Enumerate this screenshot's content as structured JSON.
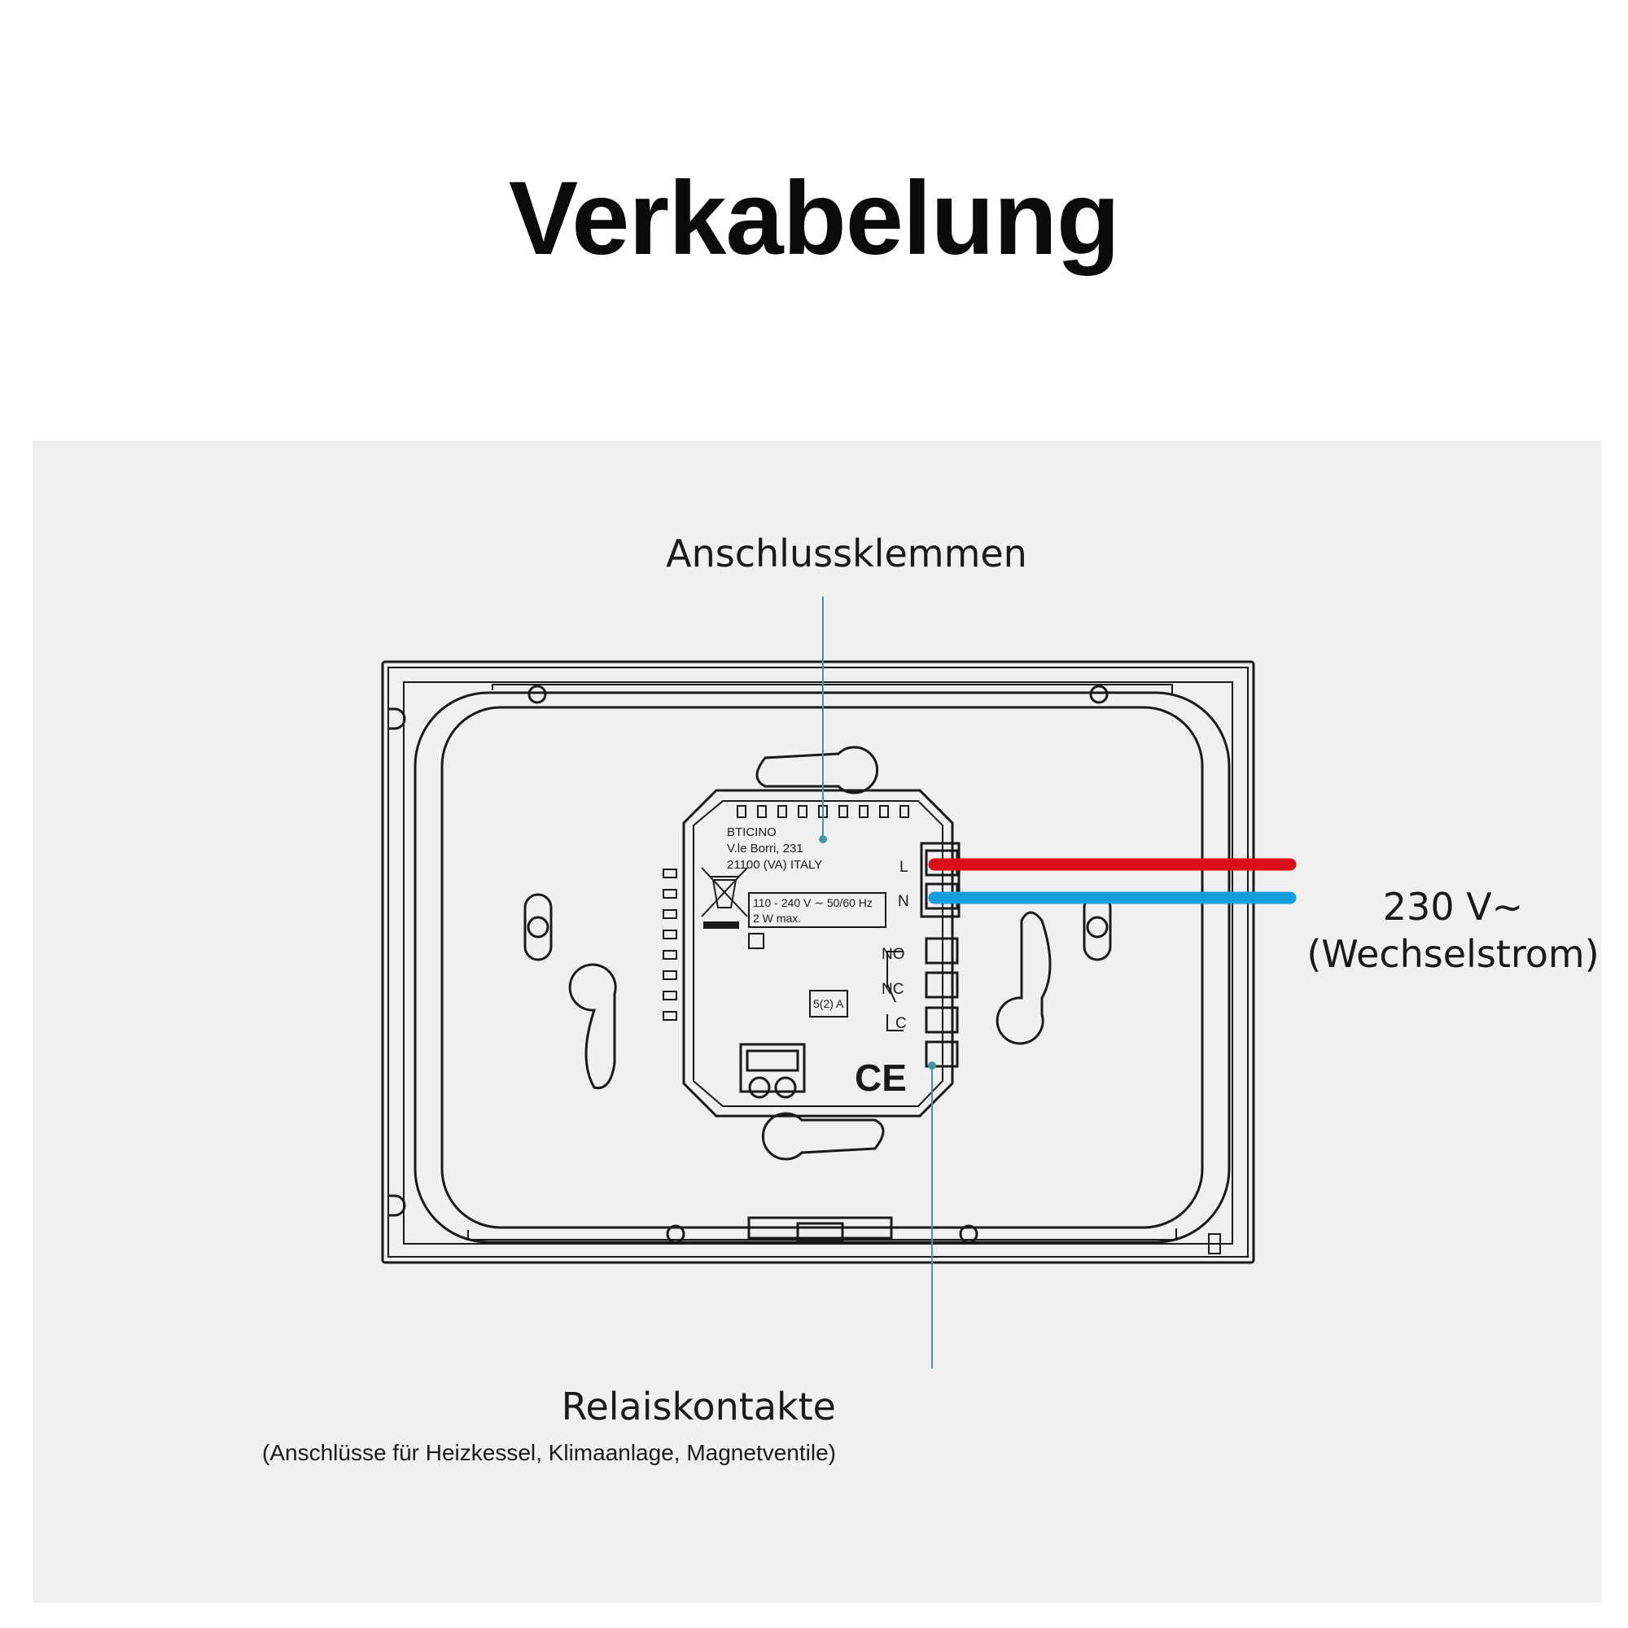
{
  "title": "Verkabelung",
  "callouts": {
    "terminals": "Anschlussklemmen",
    "relay": "Relaiskontakte",
    "relay_sub": "(Anschlüsse für Heizkessel, Klimaanlage, Magnetventile)",
    "voltage": "230 V~",
    "voltage_sub": "(Wechselstrom)"
  },
  "device": {
    "manufacturer": "BTICINO",
    "address_line1": "V.le Borri, 231",
    "address_line2": "21100 (VA) ITALY",
    "rating_line1": "110 - 240 V ∼ 50/60 Hz",
    "rating_line2": "2 W max.",
    "relay_rating": "5(2) A",
    "terminal_l": "L",
    "terminal_n": "N",
    "terminal_no": "NO",
    "terminal_nc": "NC",
    "terminal_c": "C",
    "mark": "CE"
  },
  "colors": {
    "live_wire": "#dd0a18",
    "neutral_wire": "#139ddf",
    "leader_line": "#3e9aa0",
    "panel_bg": "#f0f0f0"
  }
}
